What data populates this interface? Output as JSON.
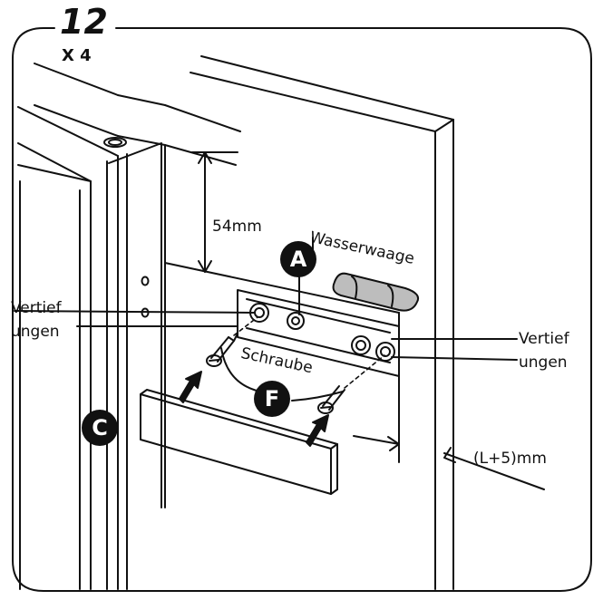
{
  "step": {
    "number": "12",
    "multiplier": "X 4"
  },
  "labels": {
    "dimension_top": "54mm",
    "level_tool": "Wasserwaage",
    "recess_left_line1": "Vertief",
    "recess_left_line2": "ungen",
    "recess_right_line1": "Vertief",
    "recess_right_line2": "ungen",
    "screw": "Schraube",
    "dimension_gap": "(L+5)mm"
  },
  "parts": {
    "a": "A",
    "c": "C",
    "f": "F"
  },
  "colors": {
    "ink": "#111111",
    "paper": "#ffffff",
    "level_fill": "#bdbdbd"
  }
}
